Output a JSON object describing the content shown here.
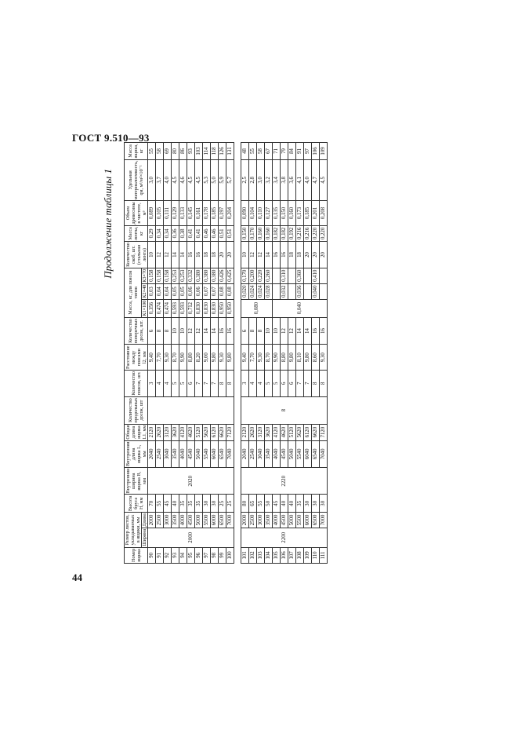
{
  "header": "ГОСТ 9.510—93",
  "continuation": "Продолжение таблицы 1",
  "page_number": "44",
  "table": {
    "box_no_label": "Номер ящика",
    "sheet_size_label": "Размер листов, укладываемых в ящики, мм",
    "width_label": "Ширина",
    "length_label": "Длина",
    "beam_height_label": "Высота бруса H, мм",
    "inner_width_label": "Внутренняя ширина ящика B, мм",
    "inner_length_label": "Внутренняя длина ящика L, мм",
    "total_length_label": "Общая длина ящика L1, мм",
    "long_belts_label": "Количество продольных досок, шт",
    "belts_label": "Количество поясов, шт.",
    "belt_spacing_label": "Расстояние между поясами l2, мм",
    "cross_boards_label": "Количество поперечных досок, шт.",
    "mass_group_label": "Масса, кг, для поясов типов",
    "k1_label": "К1×100",
    "k2_label": "К2×40",
    "k3_label": "К3×70",
    "bracket_count_label": "Количество скоб, шт. (стальная лента)",
    "tape_mass_label": "Масса ленты, кг",
    "wood_volume_label": "Объем древесины в чистоте, м³",
    "specific_material_label": "Удельная материалоемкость, qм, м³/м²×10⁻¹",
    "box_mass_label": "Масса ящика, кг",
    "width_group1": "2000",
    "width_group2": "2200",
    "inner_width_group1": "2020",
    "inner_width_group2": "2220",
    "long_boards_group2": "8",
    "k1_group2": [
      "0,080",
      "0,040"
    ],
    "rows": [
      {
        "no": "90",
        "len": "2000",
        "h": "70",
        "l": "2040",
        "l1": "2120",
        "n": "3",
        "l2": "9,40",
        "cr": "6",
        "k1": "0,356",
        "k2": "0,03",
        "k3": "0,158",
        "br": "10",
        "tm": "0,29",
        "v": "0,089",
        "q": "3,0",
        "m": "55"
      },
      {
        "no": "91",
        "len": "2500",
        "h": "55",
        "l": "2540",
        "l1": "2620",
        "n": "4",
        "l2": "7,70",
        "cr": "8",
        "k1": "0,474",
        "k2": "0,04",
        "k3": "0,158",
        "br": "12",
        "tm": "0,34",
        "v": "0,105",
        "q": "3,7",
        "m": "58"
      },
      {
        "no": "92",
        "len": "3000",
        "h": "45",
        "l": "3040",
        "l1": "3120",
        "n": "4",
        "l2": "9,30",
        "cr": "8",
        "k1": "0,474",
        "k2": "0,04",
        "k3": "0,158",
        "br": "12",
        "tm": "0,34",
        "v": "0,111",
        "q": "4,0",
        "m": "69"
      },
      {
        "no": "93",
        "len": "3500",
        "h": "40",
        "l": "3540",
        "l1": "3620",
        "n": "5",
        "l2": "8,70",
        "cr": "10",
        "k1": "0,593",
        "k2": "0,05",
        "k3": "0,253",
        "br": "14",
        "tm": "0,36",
        "v": "0,129",
        "q": "4,5",
        "m": "80"
      },
      {
        "no": "94",
        "len": "4000",
        "h": "35",
        "l": "4040",
        "l1": "4120",
        "n": "5",
        "l2": "9,90",
        "cr": "10",
        "k1": "0,593",
        "k2": "0,05",
        "k3": "0,253",
        "br": "14",
        "tm": "0,38",
        "v": "0,133",
        "q": "4,6",
        "m": "86"
      },
      {
        "no": "95",
        "len": "4500",
        "h": "35",
        "l": "4540",
        "l1": "4620",
        "n": "6",
        "l2": "8,80",
        "cr": "12",
        "k1": "0,712",
        "k2": "0,06",
        "k3": "0,332",
        "br": "16",
        "tm": "0,41",
        "v": "0,145",
        "q": "4,5",
        "m": "93"
      },
      {
        "no": "96",
        "len": "5000",
        "h": "35",
        "l": "5040",
        "l1": "5120",
        "n": "7",
        "l2": "8,20",
        "cr": "12",
        "k1": "0,830",
        "k2": "0,06",
        "k3": "0,380",
        "br": "16",
        "tm": "0,41",
        "v": "0,161",
        "q": "4,5",
        "m": "103"
      },
      {
        "no": "97",
        "len": "5500",
        "h": "30",
        "l": "5540",
        "l1": "5620",
        "n": "7",
        "l2": "9,00",
        "cr": "14",
        "k1": "0,830",
        "k2": "0,07",
        "k3": "0,380",
        "br": "18",
        "tm": "0,46",
        "v": "0,178",
        "q": "5,3",
        "m": "114"
      },
      {
        "no": "98",
        "len": "6000",
        "h": "30",
        "l": "6040",
        "l1": "6120",
        "n": "7",
        "l2": "9,80",
        "cr": "14",
        "k1": "0,830",
        "k2": "0,07",
        "k3": "0,380",
        "br": "18",
        "tm": "0,46",
        "v": "0,185",
        "q": "5,0",
        "m": "118"
      },
      {
        "no": "99",
        "len": "6500",
        "h": "25",
        "l": "6540",
        "l1": "6620",
        "n": "8",
        "l2": "9,30",
        "cr": "16",
        "k1": "0,950",
        "k2": "0,08",
        "k3": "0,426",
        "br": "20",
        "tm": "0,51",
        "v": "0,197",
        "q": "5,9",
        "m": "126"
      },
      {
        "no": "100",
        "len": "7000",
        "h": "25",
        "l": "7040",
        "l1": "7120",
        "n": "8",
        "l2": "9,80",
        "cr": "16",
        "k1": "0,950",
        "k2": "0,08",
        "k3": "0,425",
        "br": "20",
        "tm": "0,51",
        "v": "0,204",
        "q": "5,7",
        "m": "131"
      },
      {
        "no": "101",
        "len": "2000",
        "h": "80",
        "l": "2040",
        "l1": "2120",
        "n": "3",
        "l2": "9,40",
        "cr": "6",
        "k1": "",
        "k2": "0,020",
        "k3": "0,170",
        "br": "10",
        "tm": "0,150",
        "v": "0,090",
        "q": "2,5",
        "m": "48"
      },
      {
        "no": "102",
        "len": "2500",
        "h": "65",
        "l": "2540",
        "l1": "2620",
        "n": "4",
        "l2": "7,70",
        "cr": "8",
        "k1": "",
        "k2": "0,024",
        "k3": "0,200",
        "br": "12",
        "tm": "0,170",
        "v": "0,104",
        "q": "2,8",
        "m": "55"
      },
      {
        "no": "103",
        "len": "3000",
        "h": "55",
        "l": "3040",
        "l1": "3120",
        "n": "4",
        "l2": "9,30",
        "cr": "8",
        "k1": "",
        "k2": "0,024",
        "k3": "0,220",
        "br": "12",
        "tm": "0,160",
        "v": "0,110",
        "q": "3,0",
        "m": "58"
      },
      {
        "no": "104",
        "len": "3500",
        "h": "50",
        "l": "3540",
        "l1": "3620",
        "n": "5",
        "l2": "8,70",
        "cr": "10",
        "k1": "",
        "k2": "0,028",
        "k3": "0,260",
        "br": "14",
        "tm": "0,160",
        "v": "0,127",
        "q": "3,2",
        "m": "67"
      },
      {
        "no": "105",
        "len": "4000",
        "h": "45",
        "l": "4040",
        "l1": "4120",
        "n": "5",
        "l2": "9,90",
        "cr": "10",
        "k1": "",
        "k2": "",
        "k3": "",
        "br": "16",
        "tm": "0,182",
        "v": "0,135",
        "q": "3,4",
        "m": "71"
      },
      {
        "no": "106",
        "len": "4500",
        "h": "40",
        "l": "4540",
        "l1": "4620",
        "n": "6",
        "l2": "8,80",
        "cr": "12",
        "k1": "",
        "k2": "0,032",
        "k3": "0,310",
        "br": "16",
        "tm": "0,182",
        "v": "0,150",
        "q": "3,8",
        "m": "79"
      },
      {
        "no": "107",
        "len": "5000",
        "h": "40",
        "l": "5040",
        "l1": "5120",
        "n": "6",
        "l2": "9,80",
        "cr": "12",
        "k1": "",
        "k2": "",
        "k3": "",
        "br": "18",
        "tm": "0,192",
        "v": "0,160",
        "q": "3,6",
        "m": "84"
      },
      {
        "no": "108",
        "len": "5500",
        "h": "35",
        "l": "5540",
        "l1": "5620",
        "n": "7",
        "l2": "8,10",
        "cr": "14",
        "k1": "",
        "k2": "0,036",
        "k3": "0,360",
        "br": "18",
        "tm": "0,216",
        "v": "0,173",
        "q": "4,1",
        "m": "91"
      },
      {
        "no": "109",
        "len": "6000",
        "h": "30",
        "l": "6040",
        "l1": "6120",
        "n": "7",
        "l2": "9,80",
        "cr": "14",
        "k1": "",
        "k2": "",
        "k3": "",
        "br": "20",
        "tm": "0,216",
        "v": "0,185",
        "q": "4,0",
        "m": "97"
      },
      {
        "no": "110",
        "len": "6500",
        "h": "30",
        "l": "6540",
        "l1": "6620",
        "n": "8",
        "l2": "8,60",
        "cr": "16",
        "k1": "",
        "k2": "0,040",
        "k3": "0,410",
        "br": "20",
        "tm": "0,220",
        "v": "0,201",
        "q": "4,7",
        "m": "106"
      },
      {
        "no": "111",
        "len": "7000",
        "h": "30",
        "l": "7040",
        "l1": "7120",
        "n": "8",
        "l2": "9,30",
        "cr": "16",
        "k1": "",
        "k2": "",
        "k3": "",
        "br": "20",
        "tm": "0,220",
        "v": "0,208",
        "q": "4,5",
        "m": "109"
      }
    ]
  }
}
